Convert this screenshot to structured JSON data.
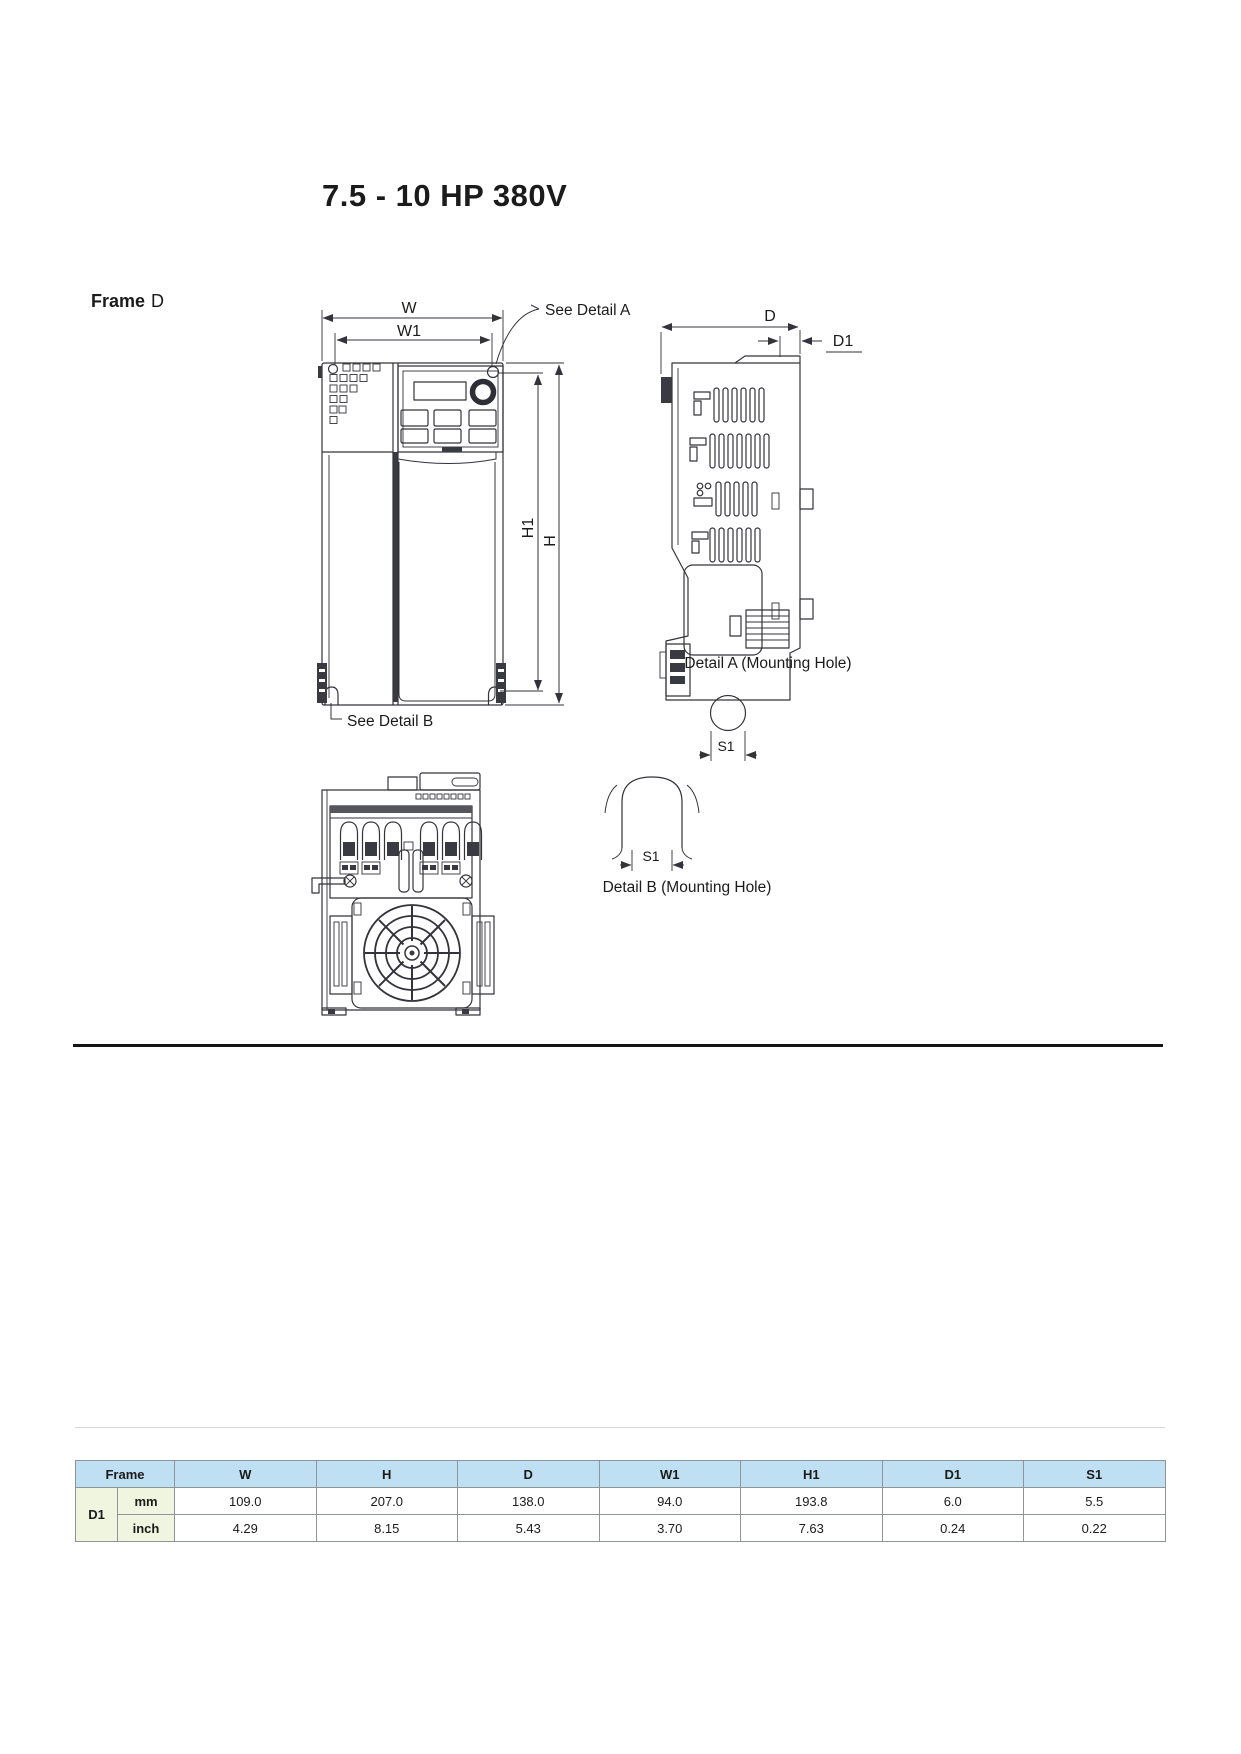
{
  "title": "7.5 - 10 HP 380V",
  "frame": {
    "label": "Frame",
    "value": "D"
  },
  "annotations": {
    "see_detail_a": "See Detail A",
    "see_detail_b": "See Detail B",
    "detail_a_title": "Detail A (Mounting Hole)",
    "detail_b_title": "Detail B (Mounting Hole)"
  },
  "dims": {
    "w": "W",
    "w1": "W1",
    "h": "H",
    "h1": "H1",
    "d": "D",
    "d1": "D1",
    "s1": "S1"
  },
  "table": {
    "headers": [
      "Frame",
      "W",
      "H",
      "D",
      "W1",
      "H1",
      "D1",
      "S1"
    ],
    "frame_value": "D1",
    "rows": [
      {
        "unit": "mm",
        "values": [
          "109.0",
          "207.0",
          "138.0",
          "94.0",
          "193.8",
          "6.0",
          "5.5"
        ]
      },
      {
        "unit": "inch",
        "values": [
          "4.29",
          "8.15",
          "5.43",
          "3.70",
          "7.63",
          "0.24",
          "0.22"
        ]
      }
    ]
  },
  "colors": {
    "header_bg": "#BFE0F2",
    "unit_bg": "#F0F5E0",
    "line": "#33333B"
  }
}
